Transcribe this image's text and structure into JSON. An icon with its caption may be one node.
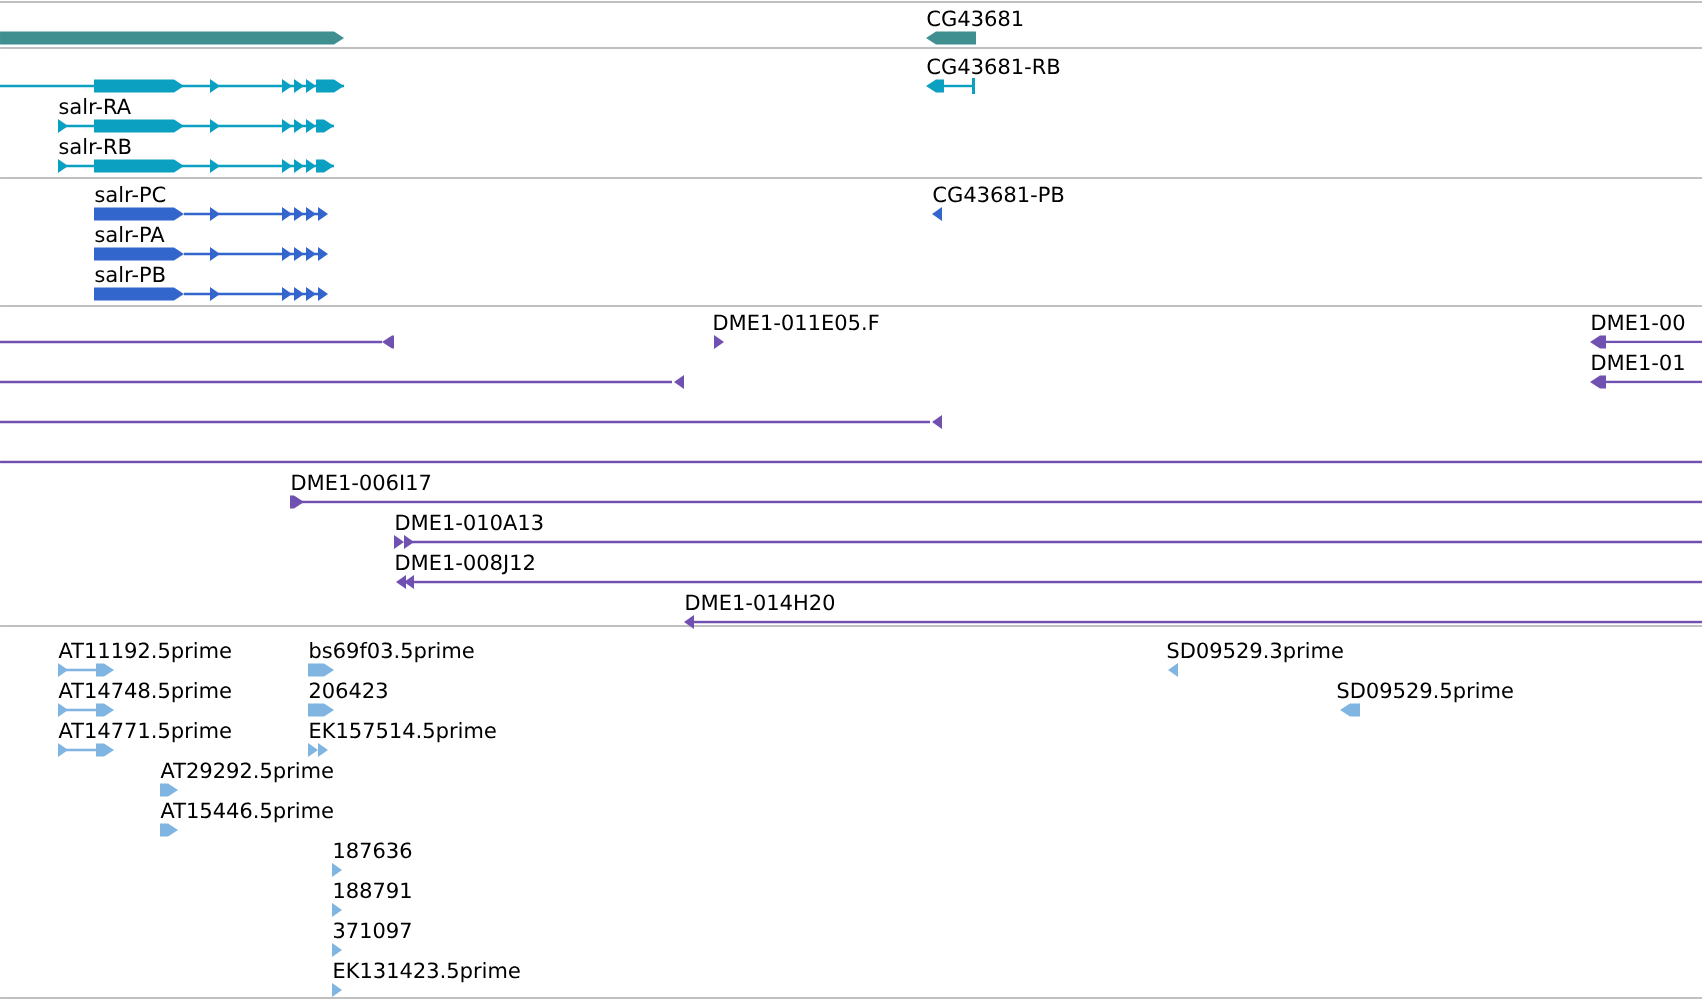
{
  "diagram": {
    "labels": [
      "CG43681",
      "CG43681-RB",
      "salr-RA",
      "salr-RB",
      "salr-PC",
      "CG43681-PB",
      "salr-PA",
      "salr-PB",
      "DME1-011E05.F",
      "DME1-00",
      "DME1-01",
      "DME1-006I17",
      "DME1-010A13",
      "DME1-008J12",
      "DME1-014H20",
      "AT11192.5prime",
      "bs69f03.5prime",
      "SD09529.3prime",
      "AT14748.5prime",
      "206423",
      "SD09529.5prime",
      "AT14771.5prime",
      "EK157514.5prime",
      "AT29292.5prime",
      "AT15446.5prime",
      "187636",
      "188791",
      "371097",
      "EK131423.5prime"
    ]
  }
}
